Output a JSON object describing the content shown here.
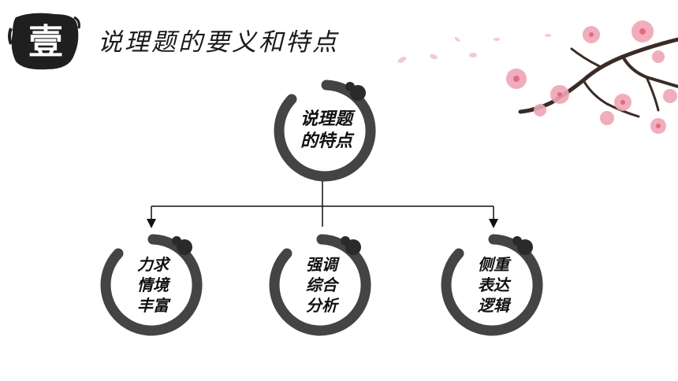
{
  "header": {
    "badge_char": "壹",
    "title": "说理题的要义和特点"
  },
  "diagram": {
    "root": {
      "lines": [
        "说理题",
        "的特点"
      ]
    },
    "children": [
      {
        "lines": [
          "力求",
          "情境",
          "丰富"
        ]
      },
      {
        "lines": [
          "强调",
          "综合",
          "分析"
        ]
      },
      {
        "lines": [
          "侧重",
          "表达",
          "逻辑"
        ]
      }
    ]
  },
  "colors": {
    "ink": "#1a1a1a",
    "blossom": "#f0a5b4",
    "branch": "#3b2b27"
  },
  "icons": {
    "badge": "ink-brush-badge",
    "ring": "ink-ring",
    "decoration": "plum-blossom-branch"
  }
}
